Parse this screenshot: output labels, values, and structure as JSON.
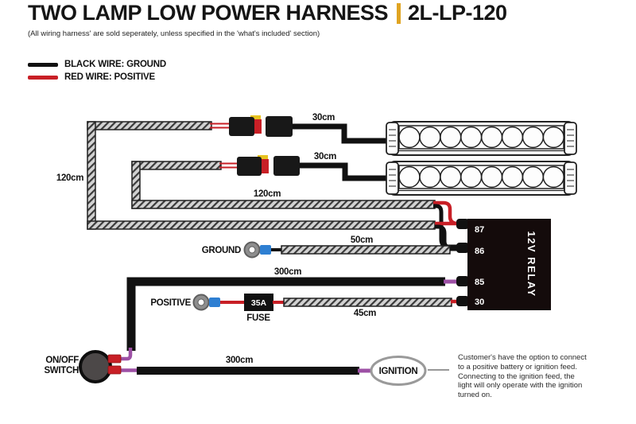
{
  "header": {
    "title": "TWO LAMP LOW POWER HARNESS",
    "part_number": "2L-LP-120",
    "subtitle": "(All wiring harness' are sold seperately, unless specified in the 'what's included' section)"
  },
  "legend": {
    "black": "BLACK WIRE: GROUND",
    "red": "RED WIRE: POSITIVE"
  },
  "labels": {
    "lamp1_wire_length": "30cm",
    "lamp2_wire_length": "30cm",
    "left_loop_length": "120cm",
    "main_harness_length": "120cm",
    "ground": "GROUND",
    "ground_harness_length": "50cm",
    "relay_wire_length": "300cm",
    "positive": "POSITIVE",
    "fuse_rating": "35A",
    "fuse": "FUSE",
    "positive_harness_length": "45cm",
    "switch_line1": "ON/OFF",
    "switch_line2": "SWITCH",
    "ignition_wire_length": "300cm",
    "ignition": "IGNITION"
  },
  "relay": {
    "label": "12V RELAY",
    "pins": [
      "87",
      "86",
      "85",
      "30"
    ]
  },
  "note": {
    "lines": [
      "Customer's have the option to connect",
      "to a positive battery or ignition feed.",
      "Connecting to the ignition feed, the",
      "light will only operate with the ignition",
      "turned on."
    ]
  },
  "colors": {
    "accent_yellow": "#e0a422",
    "wire_black": "#111111",
    "wire_red": "#c81f26",
    "wire_purple": "#9d50a5",
    "terminal_blue": "#2e7fd2",
    "relay_body": "#140b0b"
  }
}
